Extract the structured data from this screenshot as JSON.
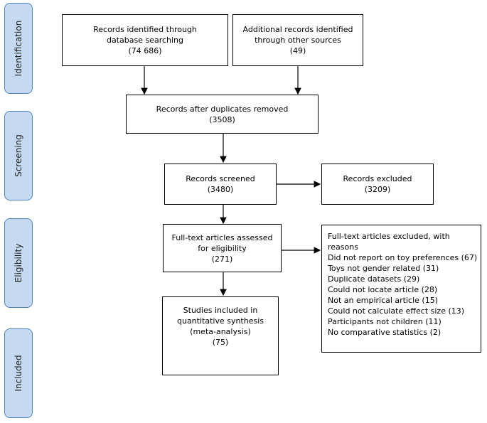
{
  "phases": {
    "identification": "Identification",
    "screening": "Screening",
    "eligibility": "Eligibility",
    "included": "Included"
  },
  "boxes": {
    "database_search": [
      "Records identified through",
      "database searching",
      "(74 686)"
    ],
    "other_sources": [
      "Additional records identified",
      "through other sources",
      "(49)"
    ],
    "duplicates_removed": [
      "Records after duplicates removed",
      "(3508)"
    ],
    "screened": [
      "Records screened",
      "(3480)"
    ],
    "excluded": [
      "Records excluded",
      "(3209)"
    ],
    "fulltext_assessed": [
      "Full-text articles assessed",
      "for eligibility",
      "(271)"
    ],
    "included_studies": [
      "Studies included in",
      "quantitative synthesis",
      "(meta-analysis)",
      "(75)"
    ],
    "fulltext_excluded": [
      "Full-text articles excluded, with",
      "reasons",
      "Did not report on toy preferences (67)",
      "Toys not gender related (31)",
      "Duplicate datasets (29)",
      "Could not locate article (28)",
      "Not an empirical article (15)",
      "Could not calculate effect size (13)",
      "Participants not children (11)",
      "No comparative statistics (2)"
    ]
  }
}
